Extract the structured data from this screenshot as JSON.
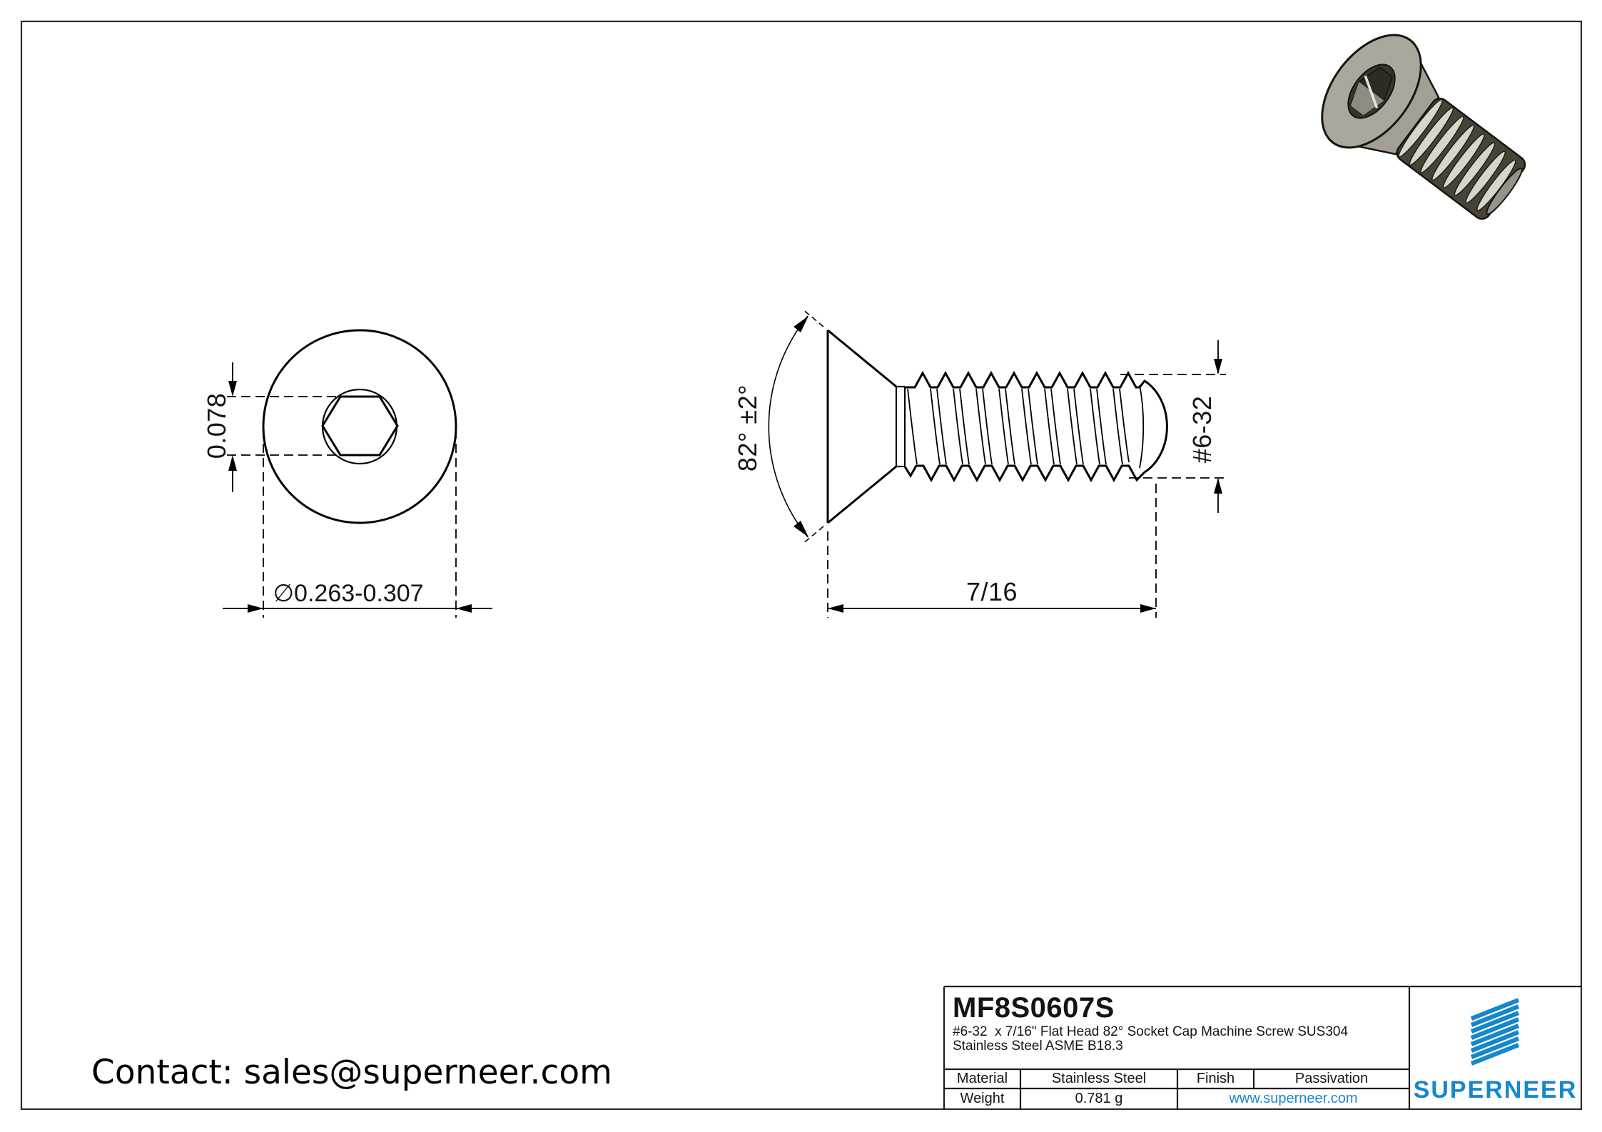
{
  "contact": {
    "label": "Contact: sales@superneer.com"
  },
  "front_view": {
    "socket_dim": "0.078",
    "head_diameter_dim": "∅0.263-0.307"
  },
  "side_view": {
    "angle_dim": "82° ±2°",
    "length_dim": "7/16",
    "thread_dim": "#6-32"
  },
  "title_block": {
    "part_number": "MF8S0607S",
    "description": "#6-32  x 7/16\" Flat Head 82° Socket Cap Machine Screw SUS304 Stainless Steel ASME B18.3",
    "material_label": "Material",
    "material_value": "Stainless Steel",
    "finish_label": "Finish",
    "finish_value": "Passivation",
    "weight_label": "Weight",
    "weight_value": "0.781 g",
    "website": "www.superneer.com",
    "brand": "SUPERNEER",
    "brand_color": "#1787CB",
    "link_color": "#1E88CE"
  }
}
